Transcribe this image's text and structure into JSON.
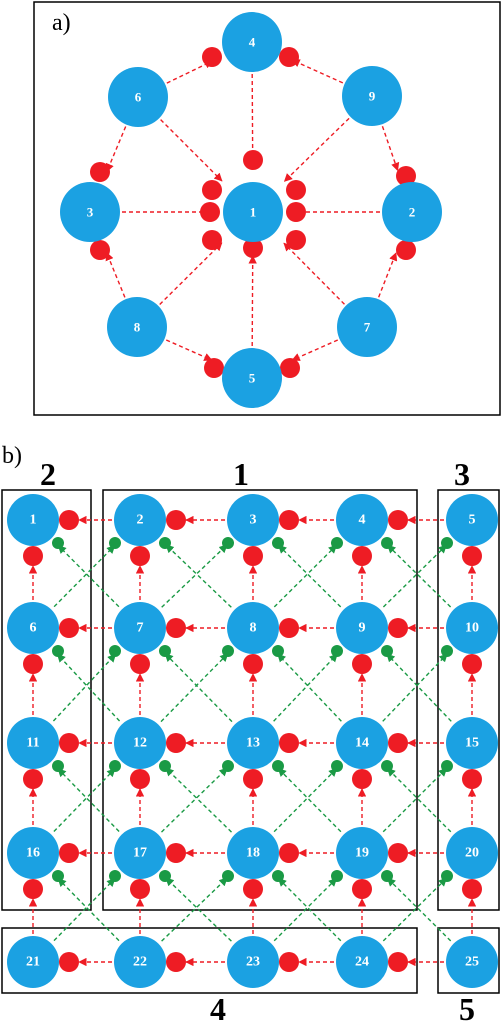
{
  "panel_a": {
    "label": "a)",
    "nodes": [
      "1",
      "2",
      "3",
      "4",
      "5",
      "6",
      "7",
      "8",
      "9"
    ]
  },
  "panel_b": {
    "label": "b)",
    "group_labels": [
      "1",
      "2",
      "3",
      "4",
      "5"
    ],
    "nodes": [
      "1",
      "2",
      "3",
      "4",
      "5",
      "6",
      "7",
      "8",
      "9",
      "10",
      "11",
      "12",
      "13",
      "14",
      "15",
      "16",
      "17",
      "18",
      "19",
      "20",
      "21",
      "22",
      "23",
      "24",
      "25"
    ]
  },
  "colors": {
    "node": "#1ba1e2",
    "red_dot": "#ee1c24",
    "green_dot": "#1a9a45",
    "red_arrow": "#ee1c24",
    "green_arrow": "#1a9a45",
    "frame": "#000000"
  }
}
